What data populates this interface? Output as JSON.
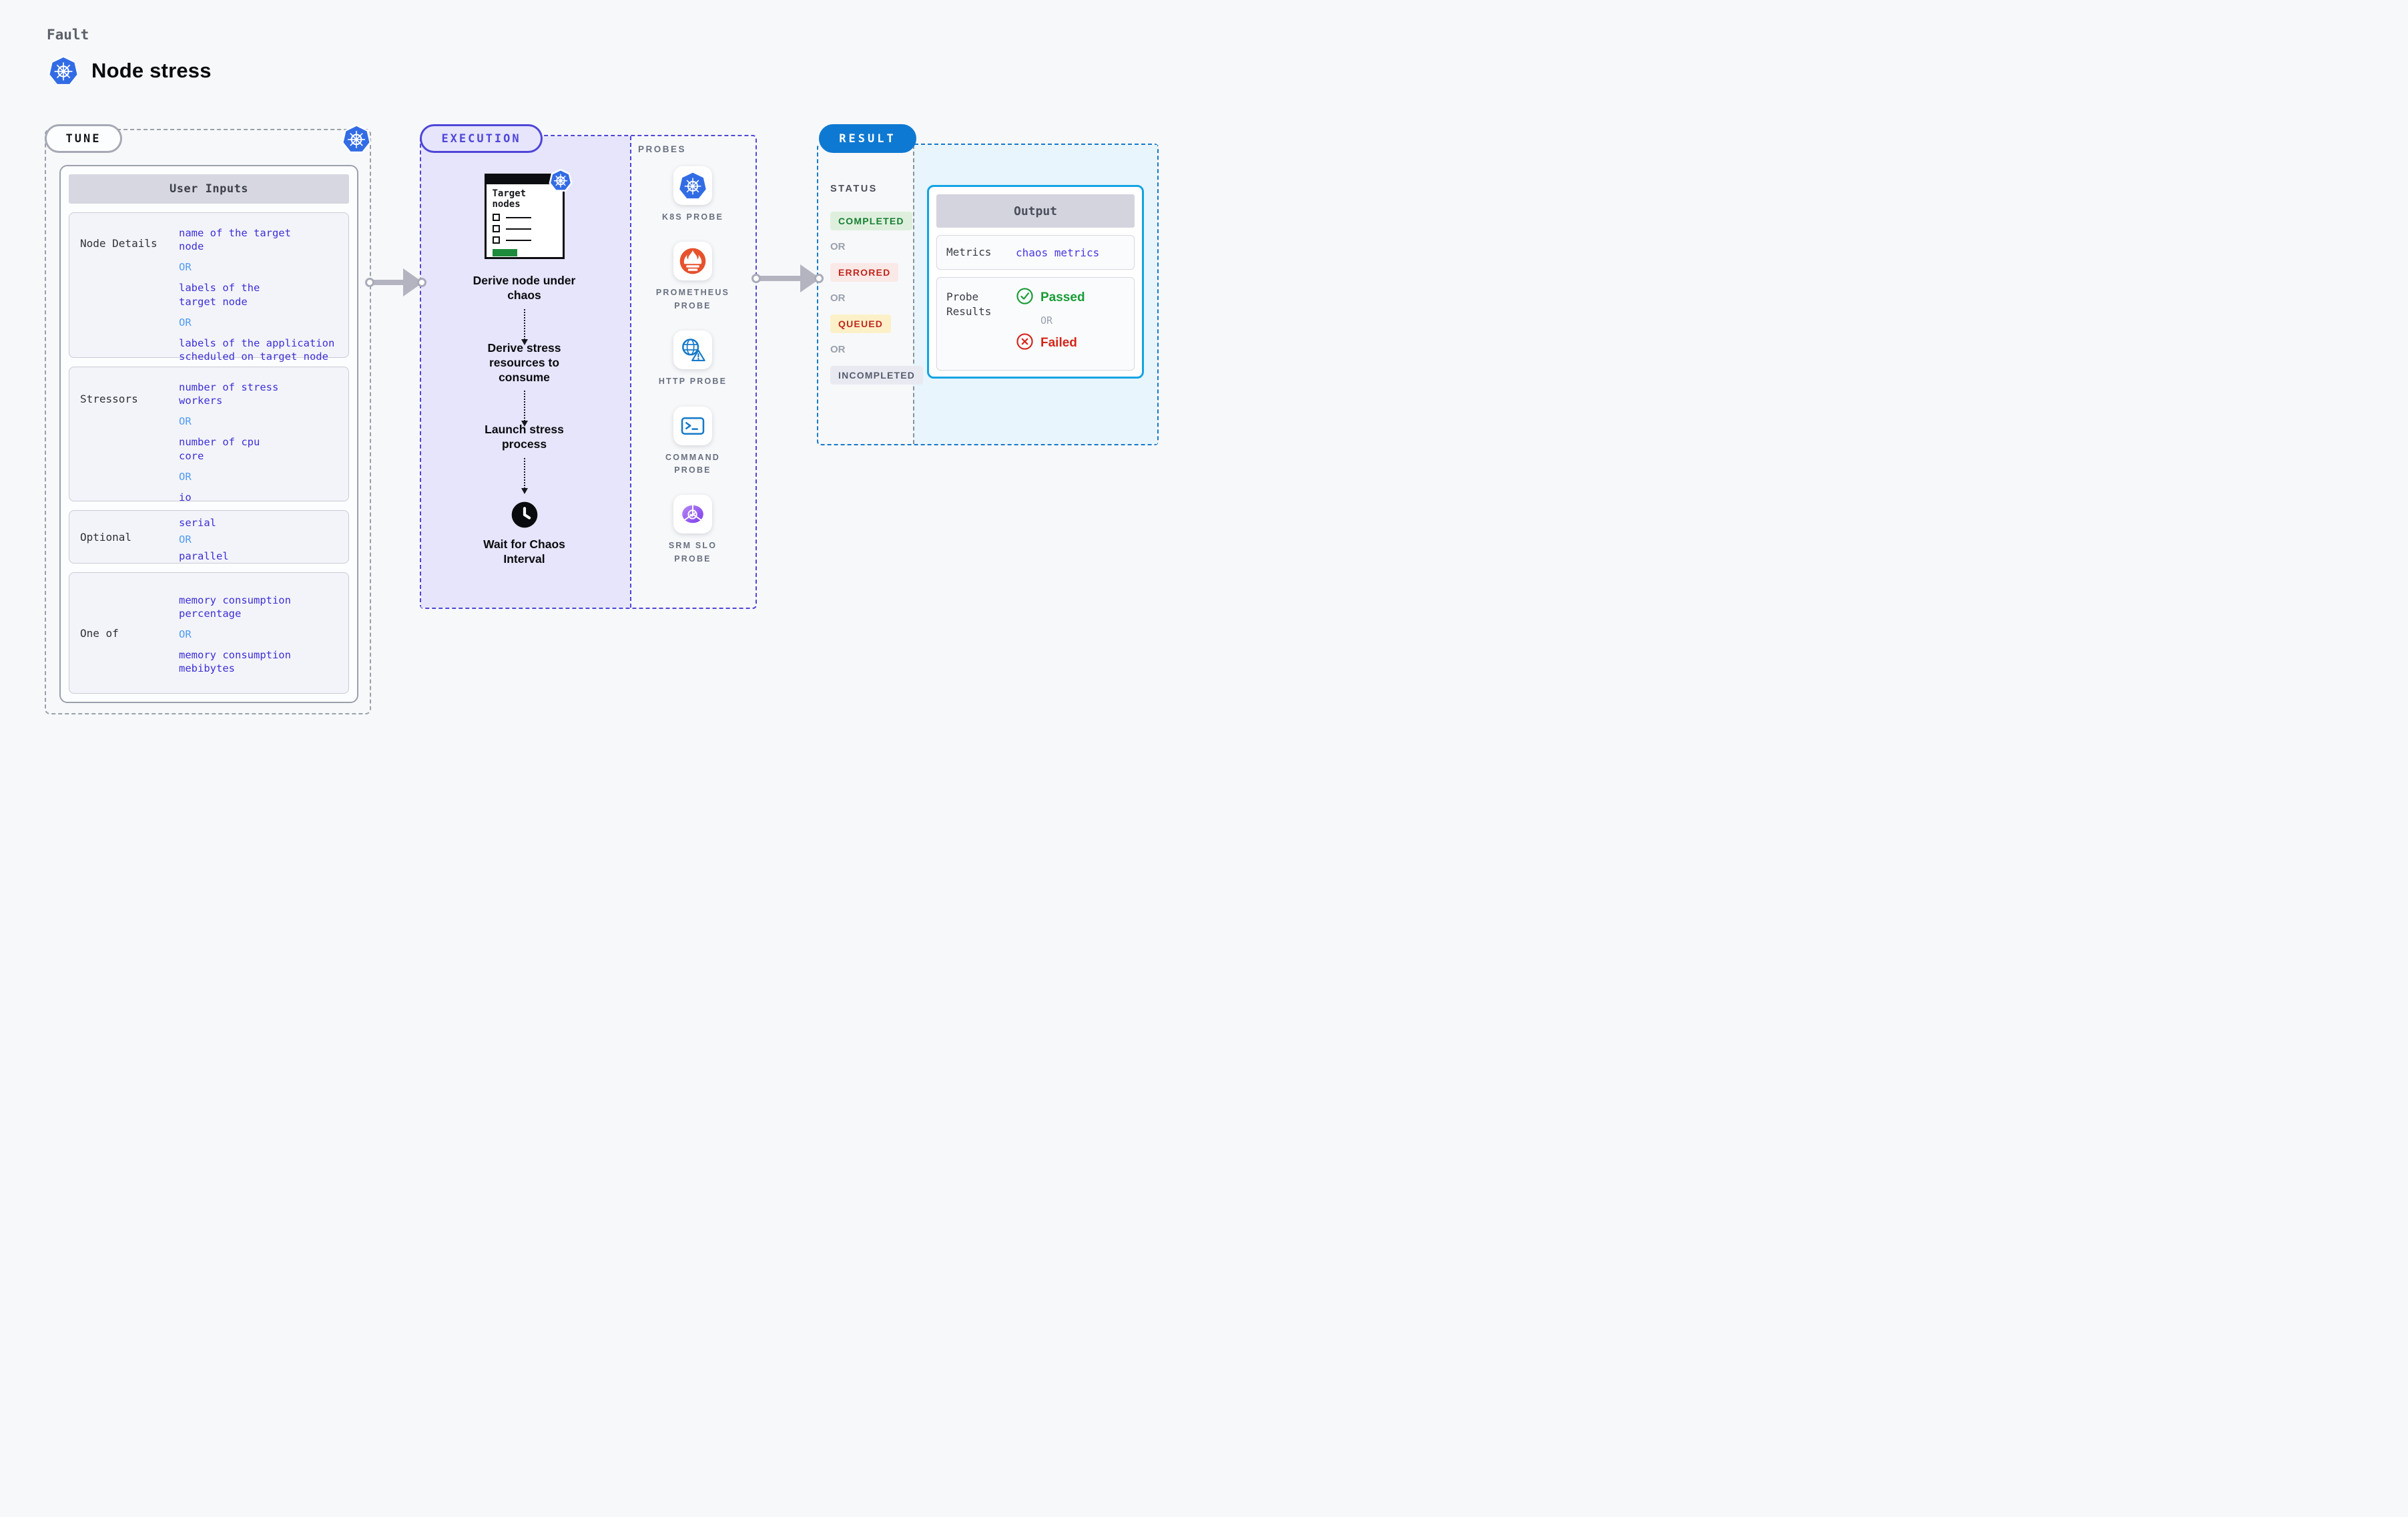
{
  "labels": {
    "or": "OR"
  },
  "header": {
    "kicker": "Fault",
    "title": "Node stress"
  },
  "tune": {
    "badge": "TUNE",
    "table_title": "User Inputs",
    "rows": [
      {
        "label": "Node Details",
        "values": [
          "name of the target\nnode",
          "labels of the\ntarget node",
          "labels of the application\n scheduled on target node"
        ]
      },
      {
        "label": "Stressors",
        "values": [
          "number of stress\nworkers",
          "number of cpu\ncore",
          "io"
        ]
      },
      {
        "label": "Optional",
        "values": [
          "serial",
          "parallel"
        ]
      },
      {
        "label": "One of",
        "values": [
          "memory consumption\npercentage",
          "memory consumption\nmebibytes"
        ]
      }
    ]
  },
  "execution": {
    "badge": "EXECUTION",
    "card_title": "Target\nnodes",
    "steps": [
      "Derive node under\nchaos",
      "Derive stress\nresources to\nconsume",
      "Launch stress\nprocess",
      "Wait for Chaos\nInterval"
    ]
  },
  "probes": {
    "title": "PROBES",
    "items": [
      {
        "label": "K8S PROBE",
        "icon": "kubernetes-icon"
      },
      {
        "label": "PROMETHEUS\nPROBE",
        "icon": "prometheus-icon"
      },
      {
        "label": "HTTP PROBE",
        "icon": "globe-warning-icon"
      },
      {
        "label": "COMMAND\nPROBE",
        "icon": "terminal-icon"
      },
      {
        "label": "SRM SLO\nPROBE",
        "icon": "slo-check-icon"
      }
    ]
  },
  "result": {
    "badge": "RESULT",
    "status_title": "STATUS",
    "statuses": [
      {
        "label": "COMPLETED",
        "kind": "completed"
      },
      {
        "label": "ERRORED",
        "kind": "errored"
      },
      {
        "label": "QUEUED",
        "kind": "queued"
      },
      {
        "label": "INCOMPLETED",
        "kind": "incompleted"
      }
    ],
    "output": {
      "title": "Output",
      "metrics_label": "Metrics",
      "metrics_value": "chaos metrics",
      "probe_results_label": "Probe\nResults",
      "passed": "Passed",
      "failed": "Failed"
    }
  },
  "colors": {
    "k8s_blue": "#326CE5",
    "indigo": "#4F46D8",
    "value_blue": "#3D2FD6",
    "or_blue": "#4E9AF5",
    "result_blue": "#0E79D2",
    "output_cyan": "#14A3E3",
    "passed_green": "#179C35",
    "failed_red": "#D42619",
    "prometheus_orange": "#E6522C",
    "srm_purple": "#9A5CF0",
    "execution_bg": "#E6E5FB",
    "result_bg": "#E8F5FC"
  }
}
